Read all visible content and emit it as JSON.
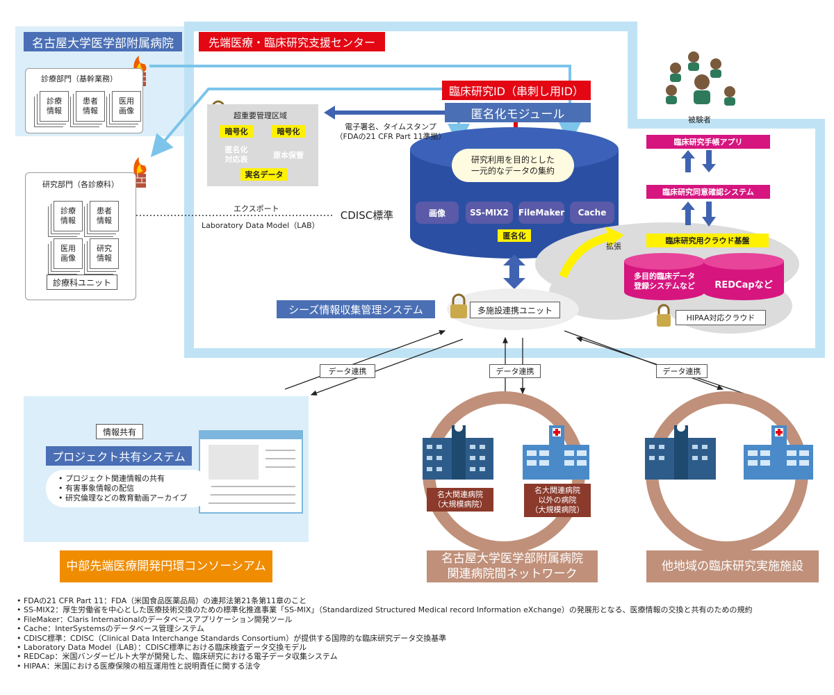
{
  "hospital": {
    "title": "名古屋大学医学部附属病院",
    "clinical_dept": {
      "title": "診療部門（基幹業務）",
      "docs": [
        "診療\n情報",
        "患者\n情報",
        "医用\n画像"
      ]
    },
    "research_dept": {
      "title": "研究部門（各診療科）",
      "docs": [
        "診療\n情報",
        "患者\n情報",
        "医用\n画像",
        "研究\n情報"
      ],
      "unit": "診療科ユニット"
    }
  },
  "center": {
    "title": "先端医療・臨床研究支援センター",
    "clinical_id": "臨床研究ID（串刺し用ID）",
    "anon_module": "匿名化モジュール",
    "secure_zone": {
      "title": "超重要管理区域",
      "enc1": "暗号化",
      "enc2": "暗号化",
      "cyl1": "匿名化\n対応表",
      "cyl2": "原本保管",
      "real": "実名データ"
    },
    "signature": "電子署名、タイムスタンプ\n（FDAの21 CFR Part 11準拠）",
    "db_cloud": "研究利用を目的とした\n一元的なデータの集約",
    "db_items": [
      "画像",
      "SS-MIX2",
      "FileMaker",
      "Cache"
    ],
    "db_anon": "匿名化",
    "export": "エクスポート",
    "lab": "Laboratory Data Model（LAB）",
    "cdisc": "CDISC標準",
    "seeds": "シーズ情報収集管理システム",
    "multi": "多施設連携ユニット",
    "expand": "拡張"
  },
  "subjects": {
    "label": "被験者"
  },
  "cloud_side": {
    "app": "臨床研究手帳アプリ",
    "consent": "臨床研究同意確認システム",
    "platform": "臨床研究用クラウド基盤",
    "cyl1": "多目的臨床データ\n登録システムなど",
    "cyl2": "REDCapなど",
    "hipaa": "HIPAA対応クラウド"
  },
  "links": [
    "データ連携",
    "データ連携",
    "データ連携"
  ],
  "consortium": {
    "info_share": "情報共有",
    "title": "プロジェクト共有システム",
    "bullets": [
      "プロジェクト関連情報の共有",
      "有害事象情報の配信",
      "研究倫理などの教育動画アーカイブ"
    ],
    "label": "中部先端医療開発円環コンソーシアム"
  },
  "network": {
    "tag1": "名大関連病院\n（大規模病院）",
    "tag2": "名大関連病院\n以外の病院\n（大規模病院）",
    "label": "名古屋大学医学部附属病院\n関連病院間ネットワーク"
  },
  "other": {
    "label": "他地域の臨床研究実施施設"
  },
  "footnotes": [
    "• FDAの21 CFR Part 11：FDA（米国食品医薬品局）の連邦法第21条第11章のこと",
    "• SS-MIX2：厚生労働省を中心とした医療技術交換のための標準化推進事業「SS-MIX」（Standardized Structured Medical record Information eXchange）の発展形となる、医療情報の交換と共有のための規約",
    "• FileMaker：Claris Internationalのデータベースアプリケーション開発ツール",
    "• Cache：InterSystemsのデータベース管理システム",
    "• CDISC標準：CDISC（Clinical Data Interchange Standards Consortium）が提供する国際的な臨床研究データ交換基準",
    "• Laboratory Data Model（LAB）：CDISC標準における臨床検査データ交換モデル",
    "• REDCap：米国バンダービルト大学が開発した、臨床研究における電子データ収集システム",
    "• HIPAA：米国における医療保険の相互運用性と説明責任に関する法令"
  ],
  "colors": {
    "blue_label": "#4a6fb5",
    "red": "#e30613",
    "magenta": "#d6157f",
    "orange": "#f08c00",
    "brown": "#c0907a",
    "db_blue": "#2b4fa3",
    "frame": "#bfe3f5"
  }
}
